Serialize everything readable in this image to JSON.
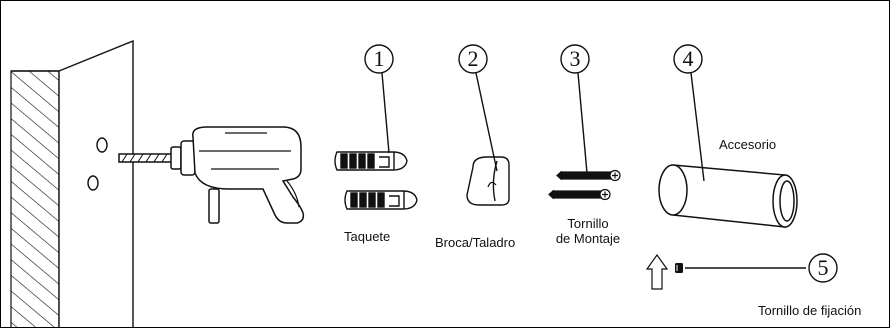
{
  "labels": {
    "taquete": "Taquete",
    "broca": "Broca/Taladro",
    "tornillo_montaje_line1": "Tornillo",
    "tornillo_montaje_line2": "de Montaje",
    "accesorio": "Accesorio",
    "tornillo_fijacion": "Tornillo de fijación"
  },
  "callouts": [
    "1",
    "2",
    "3",
    "4",
    "5"
  ],
  "colors": {
    "ink": "#111111",
    "background": "#ffffff"
  }
}
